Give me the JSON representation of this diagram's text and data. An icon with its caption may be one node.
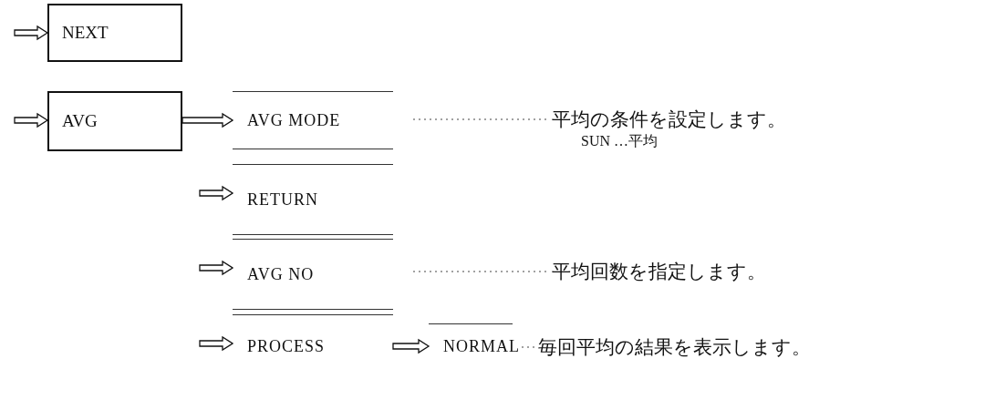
{
  "diagram": {
    "nodes": [
      {
        "text": [
          "NEXT"
        ]
      },
      {
        "text": [
          "AVG"
        ]
      },
      {
        "text": [
          "AVG MODE"
        ]
      },
      {
        "text": [
          "RETURN"
        ]
      },
      {
        "text": [
          "AVG NO"
        ]
      },
      {
        "text": [
          "PROCESS"
        ]
      },
      {
        "text": [
          "NORMAL"
        ]
      },
      {
        "text": [
          "平均の条件を設定します。",
          "SUN …平均"
        ]
      },
      {
        "text": [
          "平均回数を指定します。"
        ]
      },
      {
        "text": [
          "毎回平均の結果を表示します。"
        ]
      }
    ],
    "edges": [
      {
        "from": null,
        "to": 0,
        "arrow": "to"
      },
      {
        "from": null,
        "to": 1,
        "arrow": "to"
      },
      {
        "from": 1,
        "to": 2,
        "arrow": "to"
      },
      {
        "from": null,
        "to": 3,
        "arrow": "to"
      },
      {
        "from": null,
        "to": 4,
        "arrow": "to"
      },
      {
        "from": null,
        "to": 5,
        "arrow": "to"
      },
      {
        "from": 5,
        "to": 6,
        "arrow": "to"
      },
      {
        "from": 2,
        "to": 7,
        "arrow": "none",
        "style": "dashed"
      },
      {
        "from": 4,
        "to": 8,
        "arrow": "none",
        "style": "dashed"
      },
      {
        "from": 6,
        "to": 9,
        "arrow": "none",
        "style": "dashed"
      }
    ]
  }
}
